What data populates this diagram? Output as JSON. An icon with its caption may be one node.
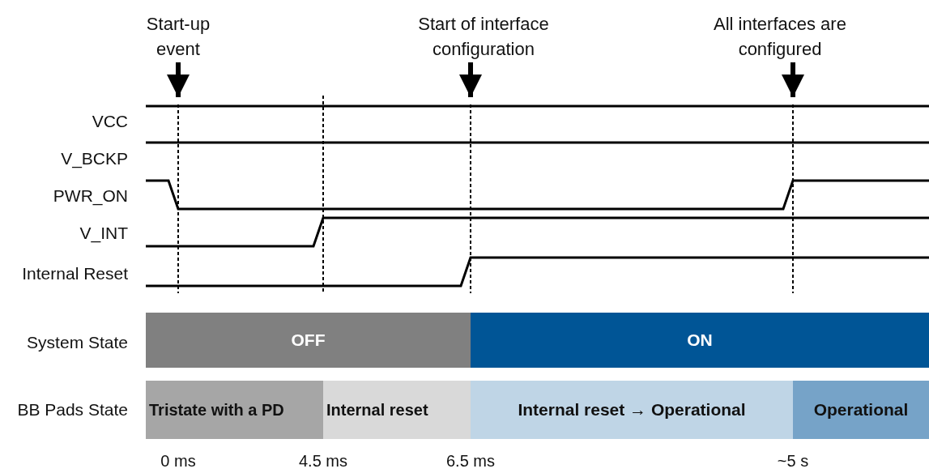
{
  "diagram": {
    "nodes": [
      {
        "text": [
          "Start-up event"
        ]
      },
      {
        "text": [
          "Start of interface configuration"
        ]
      },
      {
        "text": [
          "All interfaces are configured"
        ]
      },
      {
        "text": [
          "OFF"
        ]
      },
      {
        "text": [
          "ON"
        ]
      },
      {
        "text": [
          "Tristate with a PD"
        ]
      },
      {
        "text": [
          "Internal reset"
        ]
      },
      {
        "text": [
          "Internal reset → Operational"
        ]
      },
      {
        "text": [
          "Operational"
        ]
      }
    ],
    "edges": [
      {
        "from": 0,
        "to": null,
        "arrow": "to"
      },
      {
        "from": 1,
        "to": null,
        "arrow": "to"
      },
      {
        "from": 2,
        "to": null,
        "arrow": "to"
      }
    ],
    "labels": [
      "VCC",
      "V_BCKP",
      "PWR_ON",
      "V_INT",
      "Internal Reset",
      "System State",
      "BB Pads State",
      "0 ms",
      "4.5 ms",
      "6.5 ms",
      "~5 s"
    ]
  }
}
